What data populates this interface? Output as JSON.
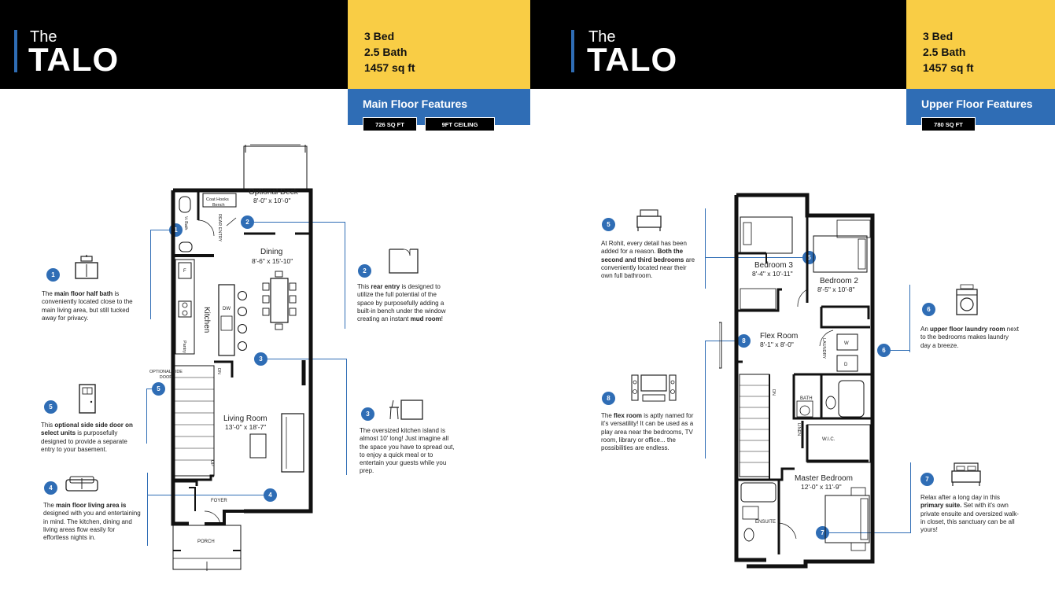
{
  "main": {
    "the": "The",
    "name": "TALO",
    "beds": "3 Bed",
    "baths": "2.5 Bath",
    "sqft": "1457 sq ft",
    "features_title": "Main Floor Features",
    "chip1": "726 SQ FT",
    "chip2": "9FT CEILING",
    "rooms": {
      "deck": "Optional Deck",
      "deck_dim": "8'-0\" x 10'-0\"",
      "coat": "Coat Hooks",
      "bench": "Bench",
      "half_bath": "½ Bath",
      "rear_entry": "REAR ENTRY",
      "dining": "Dining",
      "dining_dim": "8'-6\" x 15'-10\"",
      "kitchen": "Kitchen",
      "dw": "DW",
      "pantry": "Pantry",
      "f": "F",
      "side_door": "OPTIONAL SIDE DOOR",
      "dn": "DN",
      "up": "UP",
      "living": "Living Room",
      "living_dim": "13'-0\" x 18'-7\"",
      "foyer": "FOYER",
      "porch": "PORCH"
    },
    "features": [
      {
        "n": "1",
        "pre": "The ",
        "bold": "main floor half bath",
        "post": " is conveniently located close to the main living area, but still tucked away for privacy."
      },
      {
        "n": "2",
        "pre": "This ",
        "bold": "rear entry",
        "post": " is designed to utilize the full potential of the space by purposefully adding a built-in bench under the window creating an instant ",
        "bold2": "mud room",
        "post2": "!"
      },
      {
        "n": "3",
        "pre": " The oversized kitchen island is almost 10' long! Just imagine all the space you have to spread out, to enjoy a quick meal or to entertain your guests while you prep.",
        "bold": "",
        "post": ""
      },
      {
        "n": "4",
        "pre": "The ",
        "bold": "main floor living area is",
        "post": " designed with you and entertaining in mind. The kitchen, dining and living areas flow easily for effortless nights in."
      },
      {
        "n": "5",
        "pre": "This ",
        "bold": "optional side side door on select units",
        "post": " is purposefully designed to provide a separate entry to your basement."
      }
    ]
  },
  "upper": {
    "the": "The",
    "name": "TALO",
    "beds": "3 Bed",
    "baths": "2.5 Bath",
    "sqft": "1457 sq ft",
    "features_title": "Upper Floor Features",
    "chip1": "780 SQ FT",
    "rooms": {
      "bed3": "Bedroom 3",
      "bed3_dim": "8'-4\" x 10'-11\"",
      "bed2": "Bedroom 2",
      "bed2_dim": "8'-5\" x 10'-8\"",
      "flex": "Flex Room",
      "flex_dim": "8'-1\" x 8'-0\"",
      "laundry": "LAUNDRY",
      "w": "W",
      "d": "D",
      "bath": "BATH",
      "linen": "LINEN",
      "wic": "W.I.C.",
      "dn": "DN",
      "master": "Master Bedroom",
      "master_dim": "12'-0\" x 11'-9\"",
      "ensuite": "ENSUITE"
    },
    "features": [
      {
        "n": "5",
        "pre": "At Rohit, every detail has been added for a reason. ",
        "bold": "Both the second and third bedrooms",
        "post": " are conveniently located near their own full bathroom."
      },
      {
        "n": "6",
        "pre": "An ",
        "bold": "upper floor laundry room",
        "post": " next to the bedrooms makes laundry day a breeze."
      },
      {
        "n": "8",
        "pre": "The ",
        "bold": "flex room",
        "post": " is aptly named for it's versatility! It can be used as a play area near the bedrooms, TV room, library or office... the possibilities are endless."
      },
      {
        "n": "7",
        "pre": "Relax after a long day in this ",
        "bold": "primary suite.",
        "post": " Set with it's own private ensuite and oversized walk-in closet, this sanctuary can be all yours!"
      }
    ]
  },
  "colors": {
    "accent_blue": "#2f6db5",
    "accent_yellow": "#f9cd45",
    "header_black": "#000000"
  }
}
